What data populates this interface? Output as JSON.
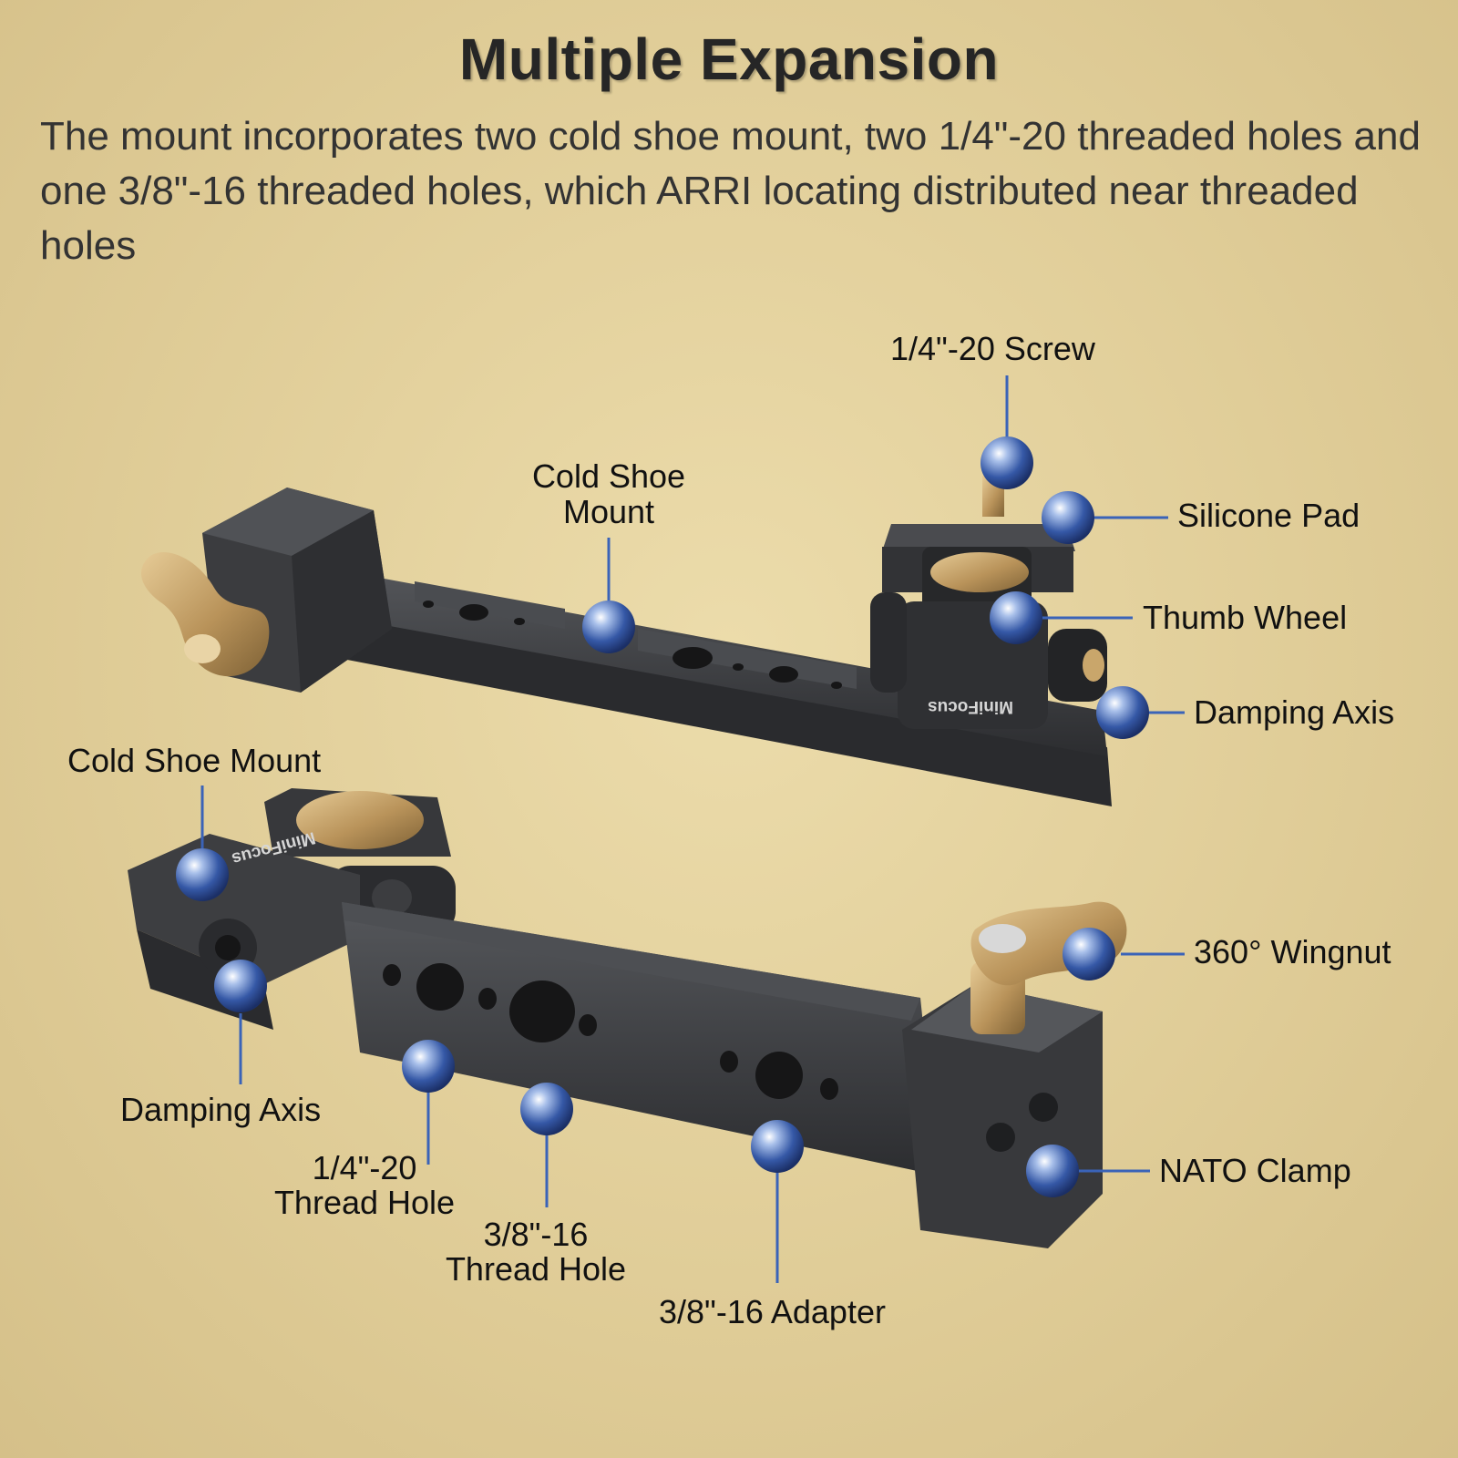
{
  "heading": "Multiple Expansion",
  "description": "The mount incorporates two cold shoe mount, two 1/4\"-20 threaded holes and one 3/8\"-16 threaded holes, which ARRI locating distributed near threaded holes",
  "brand": "MiniFocus",
  "colors": {
    "background": "#e3d19e",
    "metal": "#3a3b3d",
    "brass": "#c9a66b",
    "callout": "#3558a6",
    "line": "#3a63b8"
  },
  "callouts": {
    "screw": "1/4\"-20 Screw",
    "cold_shoe_top_1": "Cold Shoe",
    "cold_shoe_top_2": "Mount",
    "silicone_pad": "Silicone Pad",
    "thumb_wheel": "Thumb Wheel",
    "damping_axis_top": "Damping Axis",
    "cold_shoe_bottom": "Cold Shoe Mount",
    "wingnut": "360° Wingnut",
    "damping_axis_bottom": "Damping Axis",
    "quarter_hole_1": "1/4\"-20",
    "quarter_hole_2": "Thread Hole",
    "three_eighth_hole_1": "3/8\"-16",
    "three_eighth_hole_2": "Thread Hole",
    "nato_clamp": "NATO Clamp",
    "adapter": "3/8\"-16 Adapter"
  }
}
